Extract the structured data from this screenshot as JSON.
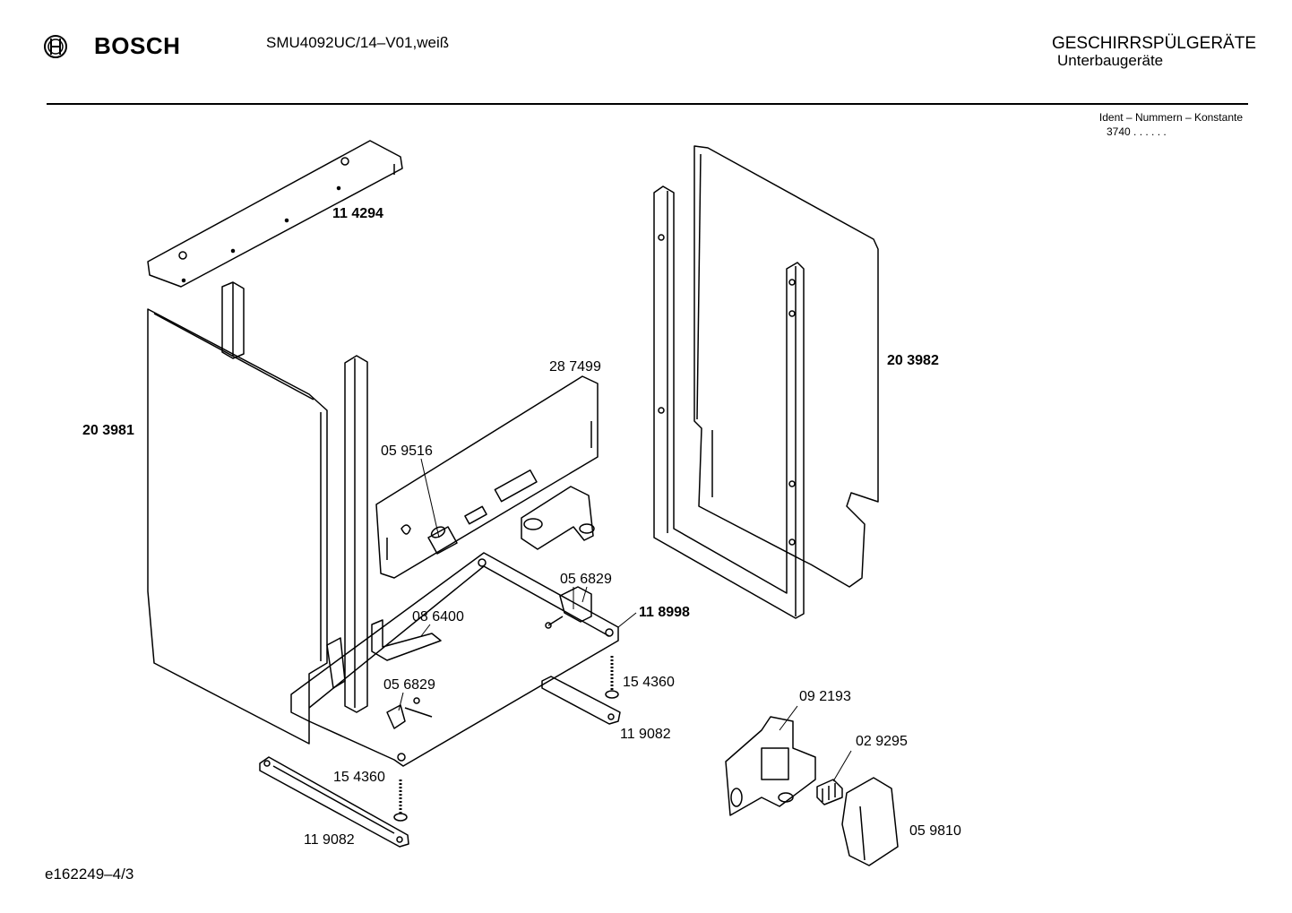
{
  "header": {
    "brand": "BOSCH",
    "model": "SMU4092UC/14–V01,weiß",
    "category": "GESCHIRRSPÜLGERÄTE",
    "subcategory": "Unterbaugeräte",
    "ident_label": "Ident – Nummern – Konstante",
    "ident_value": "3740 . . . . . ."
  },
  "footer": {
    "doc_id": "e162249–4/3"
  },
  "icons": {
    "logo": "bosch-armature-icon"
  },
  "parts": [
    {
      "id": "p1",
      "label": "11 4294",
      "bold": true
    },
    {
      "id": "p2",
      "label": "20 3981",
      "bold": true
    },
    {
      "id": "p3",
      "label": "20 3982",
      "bold": true
    },
    {
      "id": "p4",
      "label": "28 7499",
      "bold": false
    },
    {
      "id": "p5",
      "label": "05 9516",
      "bold": false
    },
    {
      "id": "p6",
      "label": "05 6829",
      "bold": false
    },
    {
      "id": "p7",
      "label": "11 8998",
      "bold": true
    },
    {
      "id": "p8",
      "label": "08 6400",
      "bold": false
    },
    {
      "id": "p9",
      "label": "05 6829",
      "bold": false
    },
    {
      "id": "p10",
      "label": "15 4360",
      "bold": false
    },
    {
      "id": "p11",
      "label": "11 9082",
      "bold": false
    },
    {
      "id": "p12",
      "label": "15 4360",
      "bold": false
    },
    {
      "id": "p13",
      "label": "11 9082",
      "bold": false
    },
    {
      "id": "p14",
      "label": "09 2193",
      "bold": false
    },
    {
      "id": "p15",
      "label": "02 9295",
      "bold": false
    },
    {
      "id": "p16",
      "label": "05 9810",
      "bold": false
    }
  ]
}
